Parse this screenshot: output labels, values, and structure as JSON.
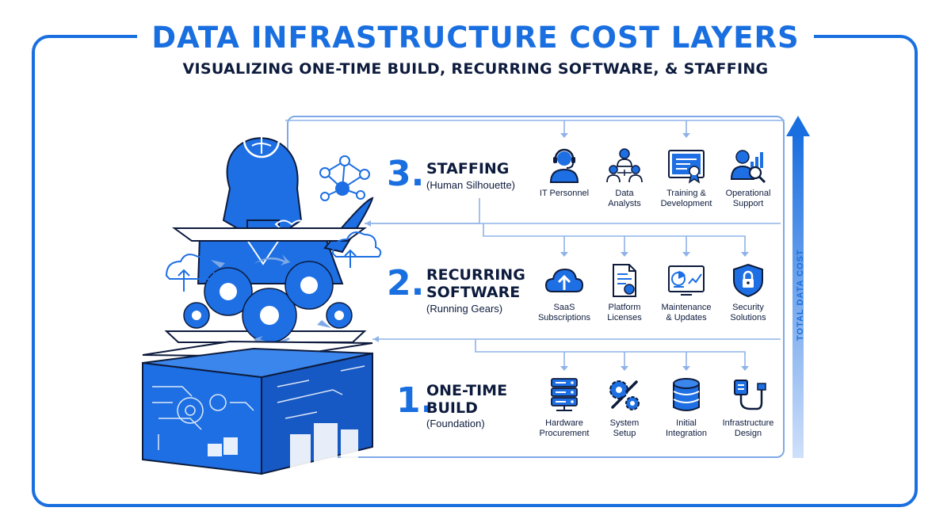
{
  "header": {
    "title": "DATA INFRASTRUCTURE COST LAYERS",
    "subtitle": "VISUALIZING ONE-TIME BUILD, RECURRING SOFTWARE, & STAFFING"
  },
  "axis_label": "TOTAL DATA COST",
  "colors": {
    "accent": "#1a6fe0",
    "dark": "#0d1b3d",
    "light": "#7fa9e6",
    "fill": "#1d6fe3"
  },
  "layers": [
    {
      "number": "3.",
      "title": "STAFFING",
      "subtitle": "(Human Silhouette)",
      "items": [
        {
          "label": "IT Personnel",
          "icon": "headset-person-icon"
        },
        {
          "label": "Data\nAnalysts",
          "icon": "team-network-icon"
        },
        {
          "label": "Training &\nDevelopment",
          "icon": "certificate-icon"
        },
        {
          "label": "Operational\nSupport",
          "icon": "analyst-magnifier-icon"
        }
      ]
    },
    {
      "number": "2.",
      "title": "RECURRING\nSOFTWARE",
      "subtitle": "(Running Gears)",
      "items": [
        {
          "label": "SaaS\nSubscriptions",
          "icon": "cloud-upload-icon"
        },
        {
          "label": "Platform\nLicenses",
          "icon": "license-document-icon"
        },
        {
          "label": "Maintenance\n& Updates",
          "icon": "dashboard-chart-icon"
        },
        {
          "label": "Security\nSolutions",
          "icon": "shield-lock-icon"
        }
      ]
    },
    {
      "number": "1.",
      "title": "ONE-TIME\nBUILD",
      "subtitle": "(Foundation)",
      "items": [
        {
          "label": "Hardware\nProcurement",
          "icon": "server-rack-icon"
        },
        {
          "label": "System\nSetup",
          "icon": "gear-wrench-icon"
        },
        {
          "label": "Initial\nIntegration",
          "icon": "database-icon"
        },
        {
          "label": "Infrastructure\nDesign",
          "icon": "network-cable-icon"
        }
      ]
    }
  ]
}
